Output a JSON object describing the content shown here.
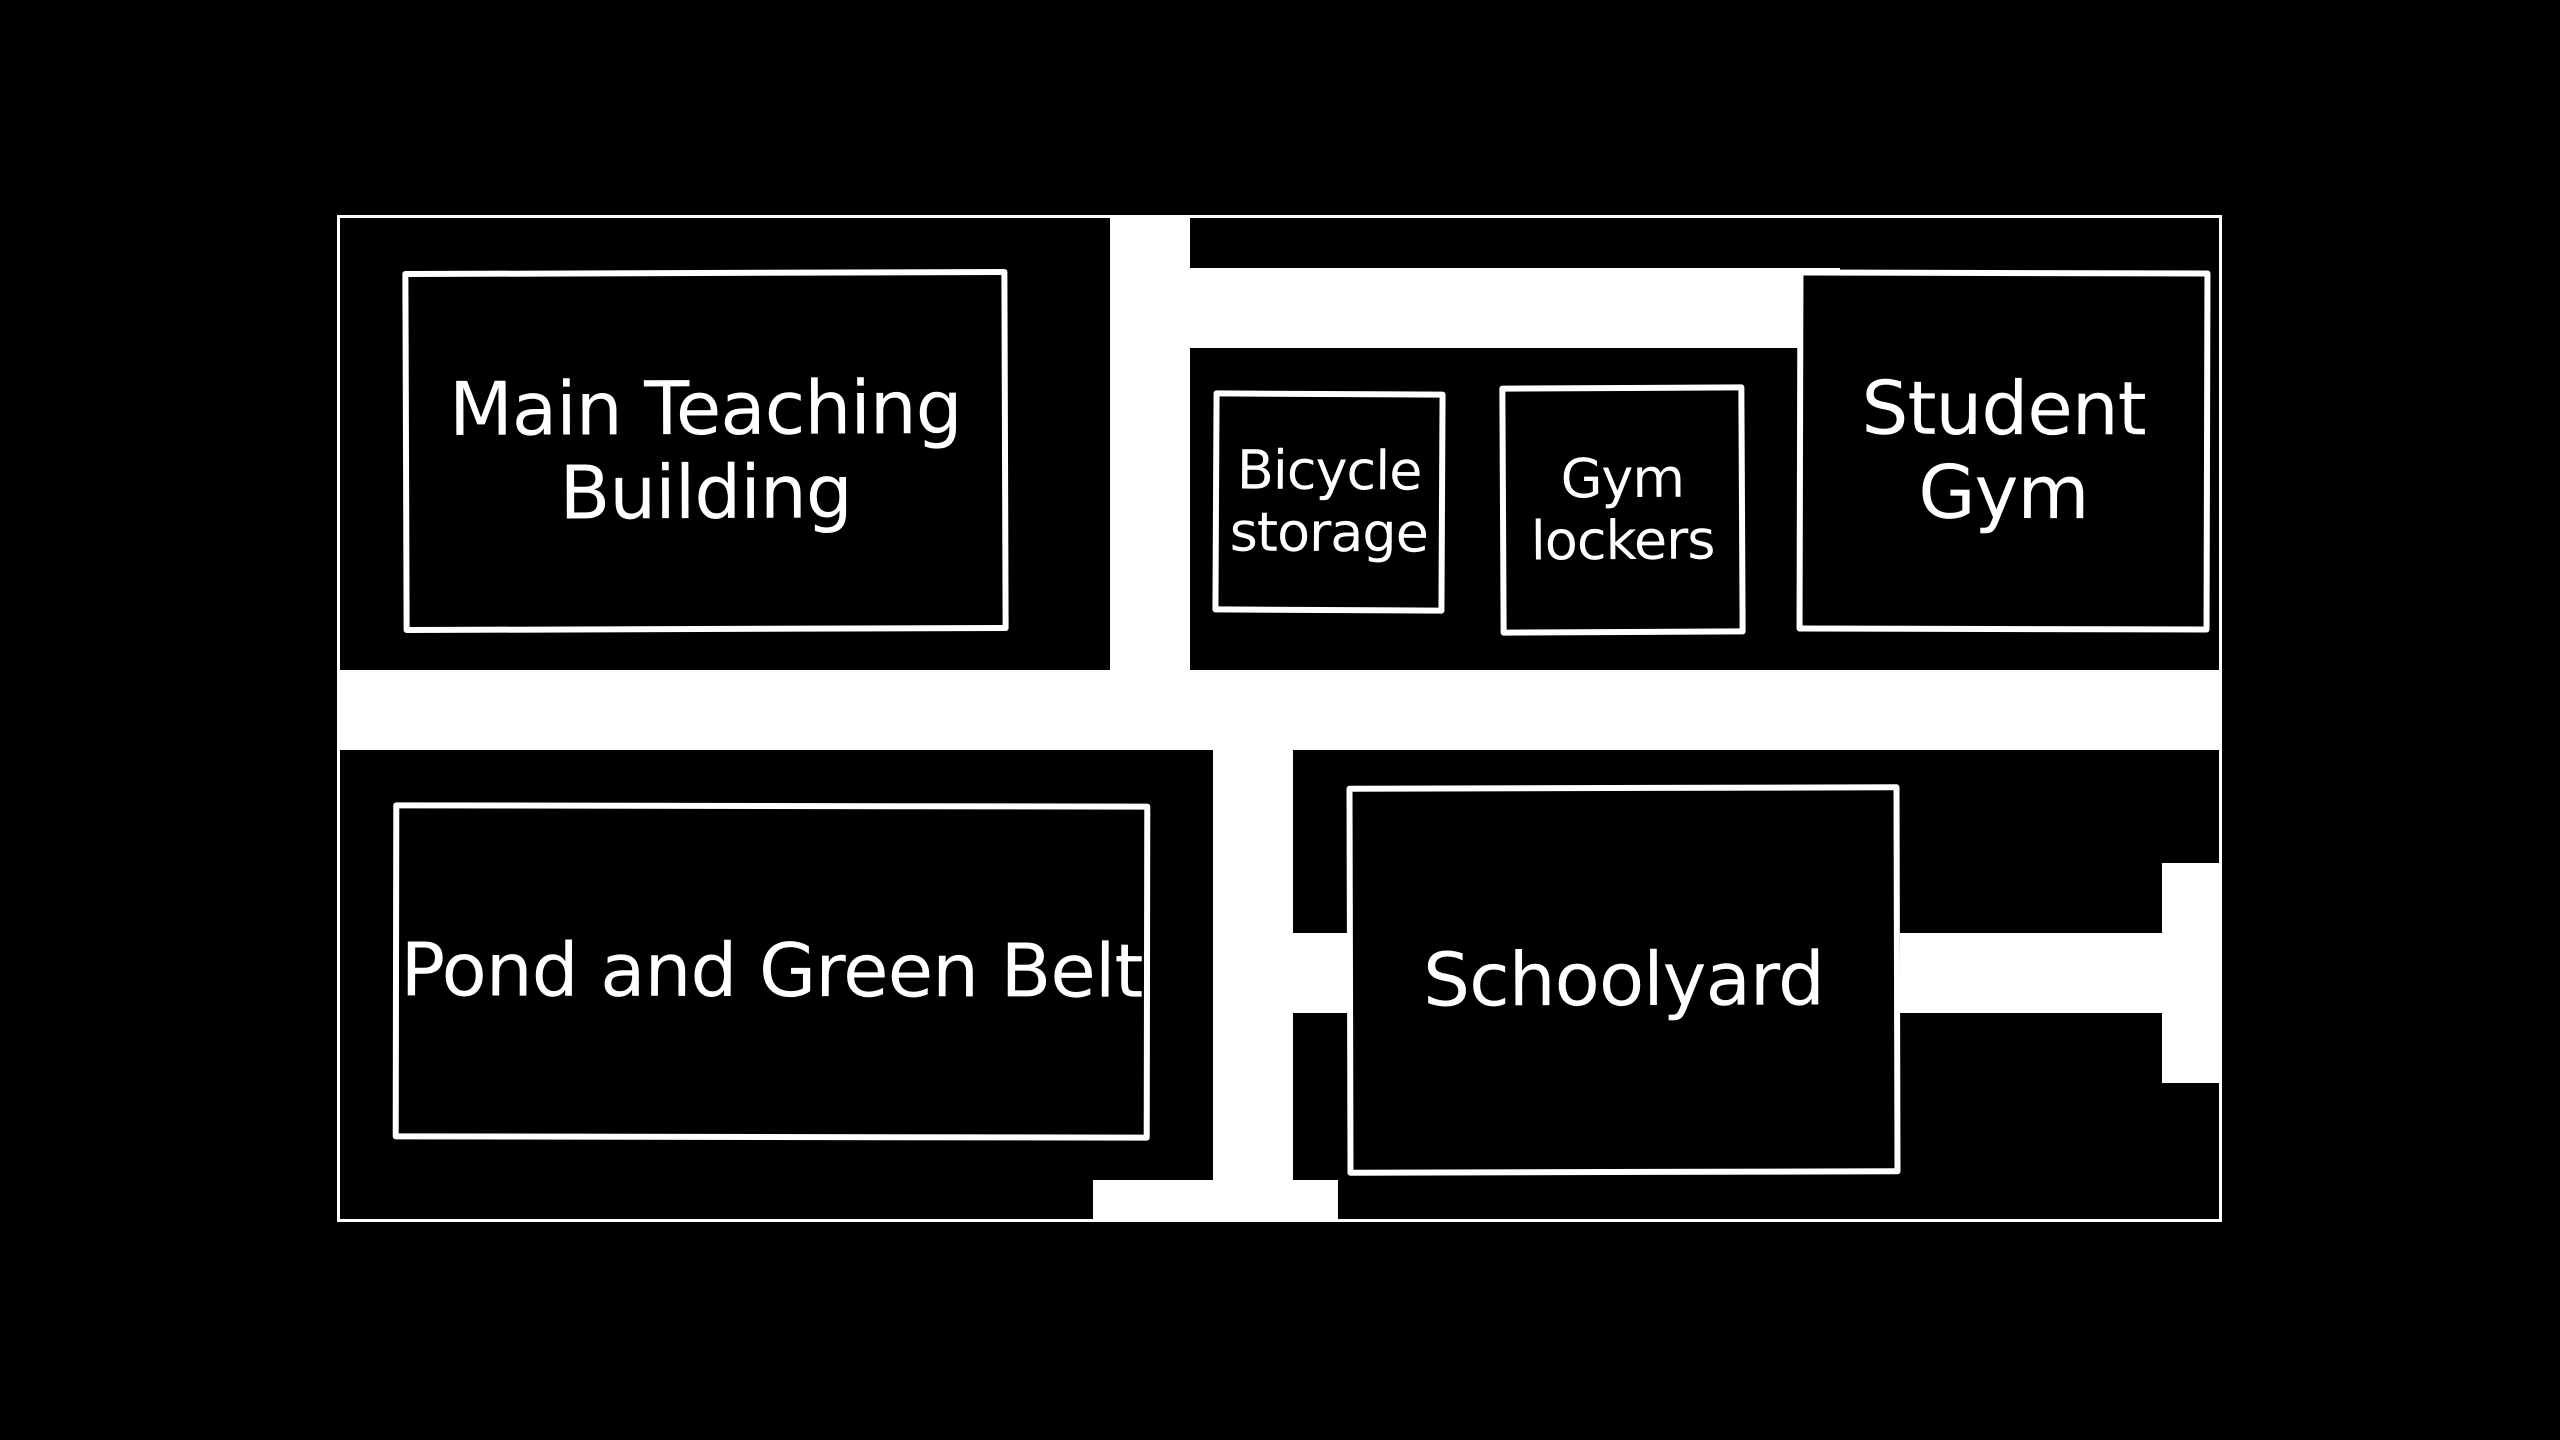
{
  "map": {
    "background": "#000000",
    "foreground": "#ffffff",
    "areas": {
      "main_teaching_building": "Main Teaching\nBuilding",
      "bicycle_storage": "Bicycle\nstorage",
      "gym_lockers": "Gym\nlockers",
      "student_gym": "Student\nGym",
      "pond_and_green_belt": "Pond and Green Belt",
      "schoolyard": "Schoolyard"
    }
  }
}
